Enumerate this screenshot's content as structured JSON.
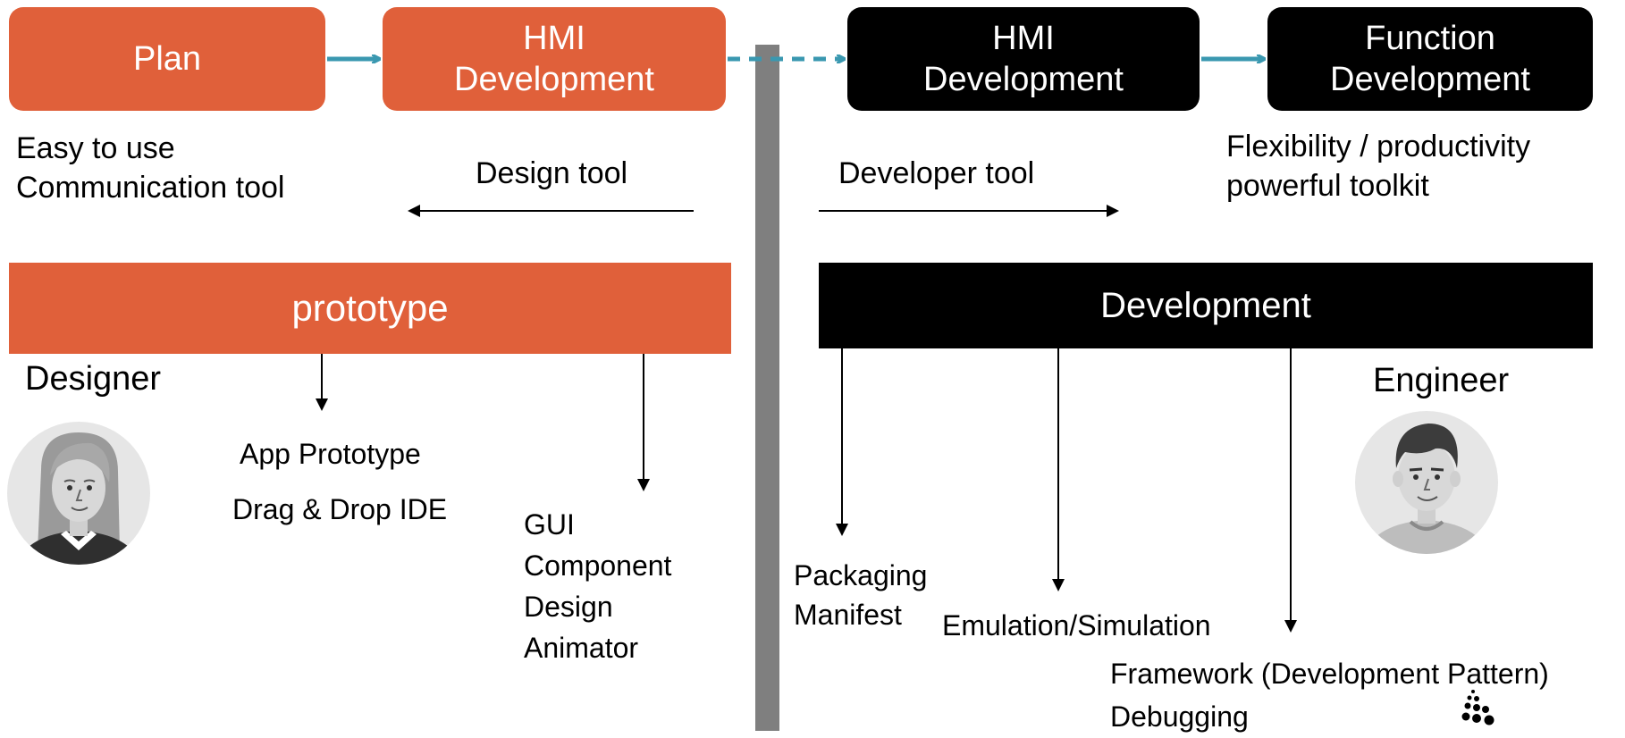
{
  "top_flow": {
    "plan": "Plan",
    "hmi_dev_left": "HMI\nDevelopment",
    "hmi_dev_right": "HMI\nDevelopment",
    "function_dev": "Function\nDevelopment"
  },
  "left": {
    "easy_text": "Easy to use\nCommunication tool",
    "design_tool": "Design tool",
    "prototype_bar": "prototype",
    "designer_label": "Designer",
    "app_prototype": "App Prototype",
    "drag_drop": "Drag & Drop IDE",
    "gui_component": "GUI\nComponent\nDesign\nAnimator"
  },
  "right": {
    "flexibility_text": "Flexibility / productivity\npowerful toolkit",
    "developer_tool": "Developer tool",
    "development_bar": "Development",
    "engineer_label": "Engineer",
    "packaging": "Packaging\nManifest",
    "emulation": "Emulation/Simulation",
    "framework": "Framework (Development Pattern)\nDebugging"
  },
  "colors": {
    "orange": "#e0603a",
    "black": "#000000",
    "teal_arrow": "#3a98b0",
    "divider": "#7f7f7f"
  },
  "icons": [
    "designer-avatar-icon",
    "engineer-avatar-icon",
    "dots-logo-icon"
  ]
}
